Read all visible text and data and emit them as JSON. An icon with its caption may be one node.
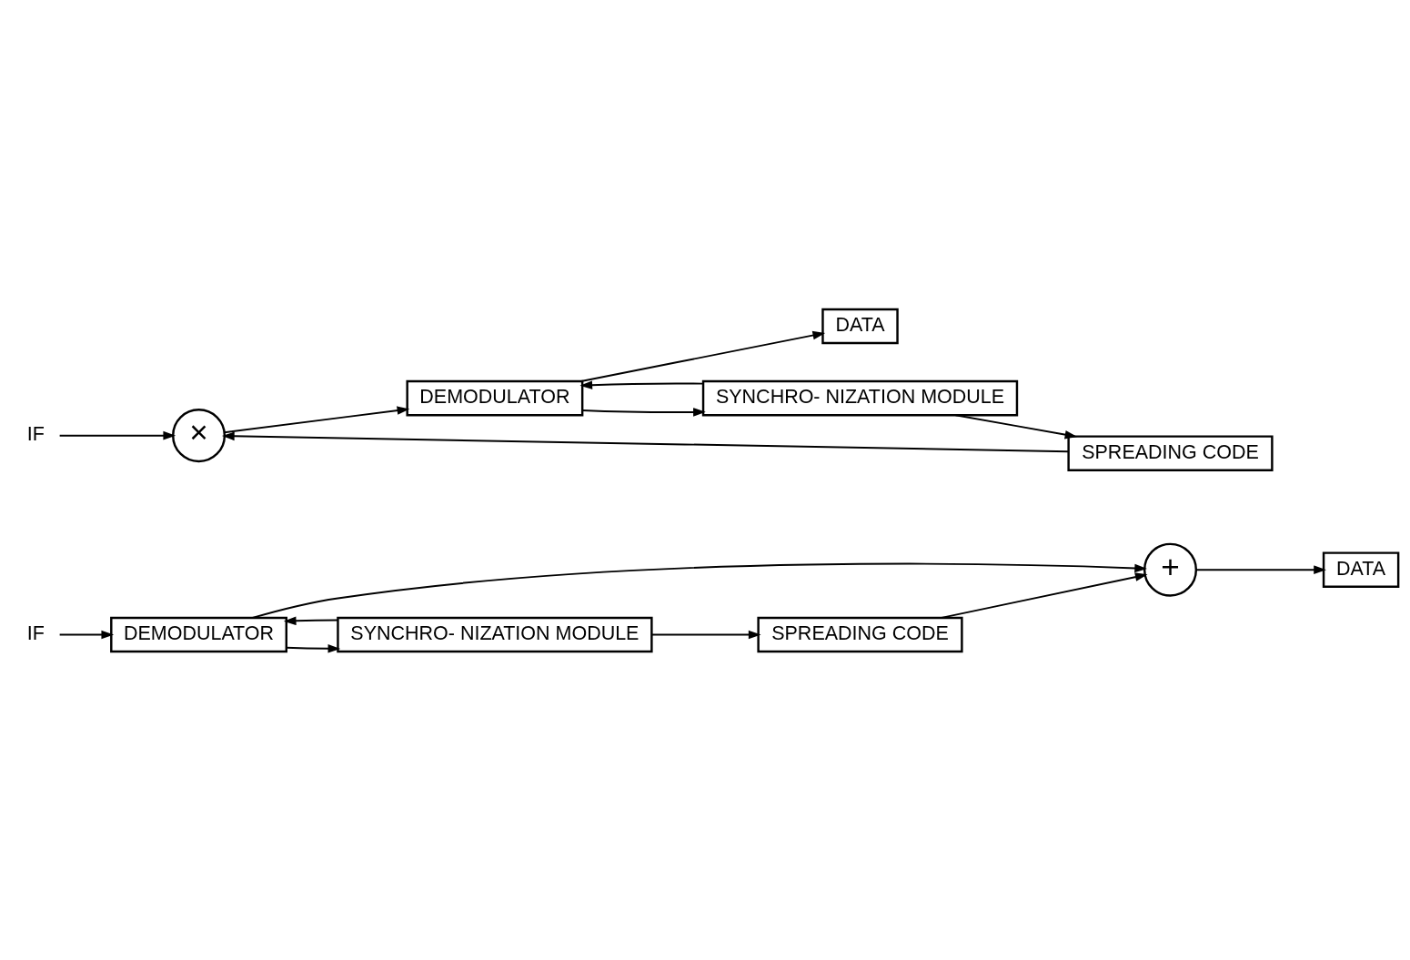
{
  "diagram": {
    "nodes": [
      {
        "text": [
          "IF"
        ]
      },
      {
        "text": [
          "DEMODULATOR"
        ]
      },
      {
        "text": [
          "+"
        ]
      },
      {
        "text": [
          "DATA"
        ]
      },
      {
        "text": [
          "SYNCHRO- NIZATION MODULE"
        ]
      },
      {
        "text": [
          "SPREADING CODE"
        ]
      },
      {
        "text": [
          "IF"
        ]
      },
      {
        "text": [
          "×"
        ]
      },
      {
        "text": [
          "DEMODULATOR"
        ]
      },
      {
        "text": [
          "DATA"
        ]
      },
      {
        "text": [
          "SPREADING CODE"
        ]
      },
      {
        "text": [
          "SYNCHRO- NIZATION MODULE"
        ]
      }
    ],
    "edges": [
      {
        "from": 0,
        "to": 1,
        "arrow": "to"
      },
      {
        "from": 1,
        "to": 2,
        "arrow": "to"
      },
      {
        "from": 1,
        "to": 4,
        "arrow": "to"
      },
      {
        "from": 4,
        "to": 1,
        "arrow": "to"
      },
      {
        "from": 4,
        "to": 5,
        "arrow": "to"
      },
      {
        "from": 5,
        "to": 2,
        "arrow": "to"
      },
      {
        "from": 2,
        "to": 3,
        "arrow": "to"
      },
      {
        "from": 6,
        "to": 7,
        "arrow": "to"
      },
      {
        "from": 7,
        "to": 8,
        "arrow": "to"
      },
      {
        "from": 8,
        "to": 9,
        "arrow": "to"
      },
      {
        "from": 8,
        "to": 11,
        "arrow": "to"
      },
      {
        "from": 11,
        "to": 10,
        "arrow": "to"
      },
      {
        "from": 11,
        "to": 8,
        "arrow": "to"
      },
      {
        "from": 10,
        "to": 7,
        "arrow": "to"
      }
    ]
  }
}
